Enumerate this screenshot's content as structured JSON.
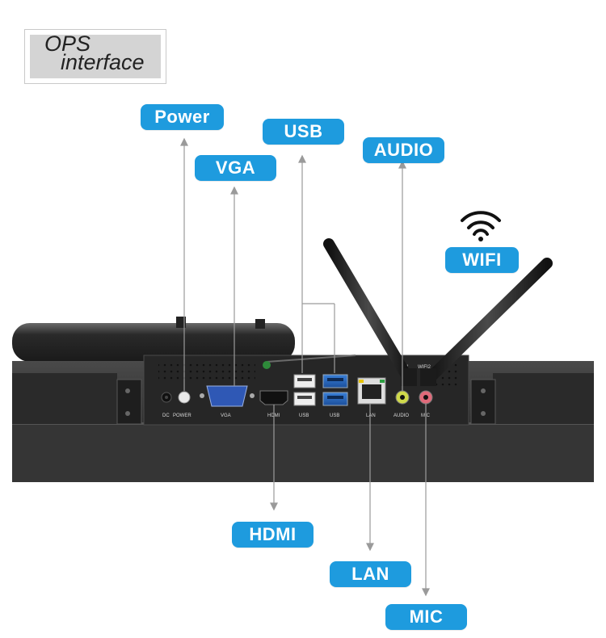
{
  "title": {
    "line1": "OPS",
    "line2": "interface"
  },
  "labels": {
    "power": "Power",
    "vga": "VGA",
    "usb": "USB",
    "audio": "AUDIO",
    "wifi": "WIFI",
    "hdmi": "HDMI",
    "lan": "LAN",
    "mic": "MIC"
  },
  "port_labels": {
    "dc": "DC",
    "power": "POWER",
    "vga": "VGA",
    "hdmi": "HDMI",
    "usb1": "USB",
    "usb2": "USB",
    "lan": "LAN",
    "audio": "AUDIO",
    "mic": "MIC",
    "wifi1": "WIFI1",
    "wifi2": "WIFI2"
  },
  "colors": {
    "label_bg": "#1e9bde",
    "leader": "#9a9a9a",
    "panel": "#2b2b2b",
    "frame": "#3a3a3a"
  }
}
